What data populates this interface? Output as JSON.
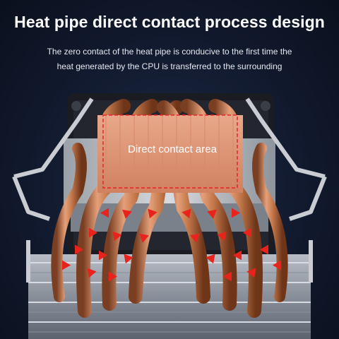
{
  "header": {
    "title": "Heat pipe direct contact process design",
    "subtitle_line1": "The zero contact of the heat pipe is conducive to the first time the",
    "subtitle_line2": "heat generated by the CPU is transferred to the surrounding"
  },
  "product": {
    "contact_area_label": "Direct contact area",
    "icons": [
      "cpu-cooler-illustration",
      "heat-flow-arrow-icon",
      "mounting-bracket-icon"
    ]
  },
  "colors": {
    "background": "#111a2e",
    "copper": "#c57a4c",
    "highlight_border": "#e02828",
    "arrow": "#e8231c",
    "text": "#ffffff"
  }
}
